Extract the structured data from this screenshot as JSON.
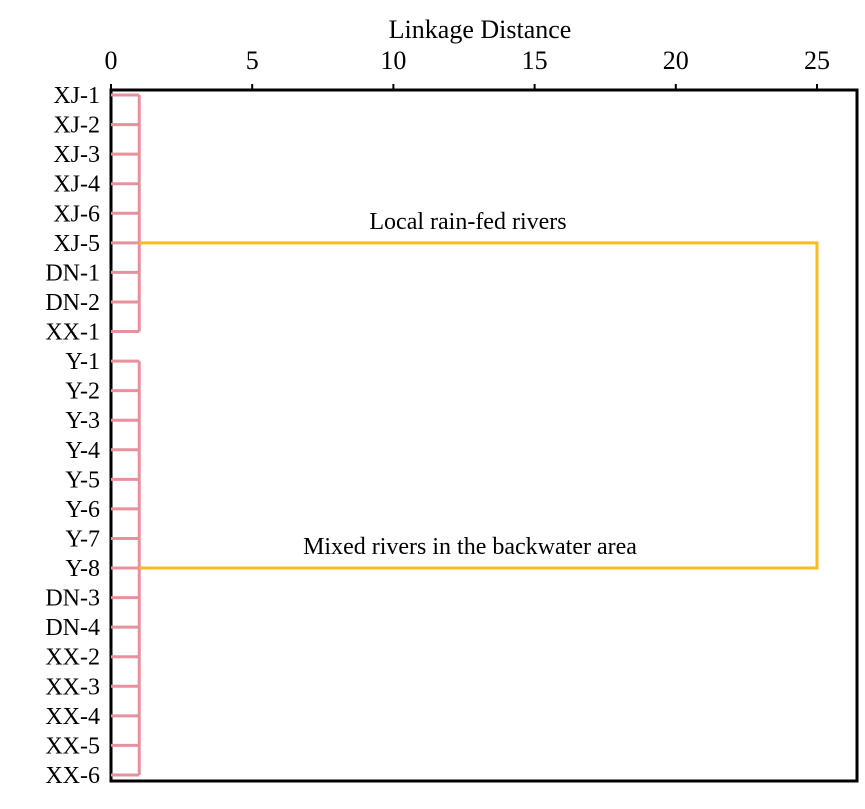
{
  "chart_data": {
    "type": "dendrogram",
    "title": "Linkage Distance",
    "xlabel": "Linkage Distance",
    "xlim": [
      0,
      26.4
    ],
    "xticks": [
      0,
      5,
      10,
      15,
      20,
      25
    ],
    "leaves": [
      "XJ-1",
      "XJ-2",
      "XJ-3",
      "XJ-4",
      "XJ-6",
      "XJ-5",
      "DN-1",
      "DN-2",
      "XX-1",
      "Y-1",
      "Y-2",
      "Y-3",
      "Y-4",
      "Y-5",
      "Y-6",
      "Y-7",
      "Y-8",
      "DN-3",
      "DN-4",
      "XX-2",
      "XX-3",
      "XX-4",
      "XX-5",
      "XX-6"
    ],
    "clusters": [
      {
        "name": "Local rain-fed rivers",
        "members_from": 0,
        "members_to": 8,
        "join_distance": 1,
        "attach_leaf": 5,
        "color": "#e8909c"
      },
      {
        "name": "Mixed rivers in the backwater area",
        "members_from": 9,
        "members_to": 23,
        "join_distance": 1,
        "attach_leaf": 16,
        "color": "#e8909c"
      }
    ],
    "top_join": {
      "distance": 25,
      "color": "#f5bd1f"
    }
  }
}
